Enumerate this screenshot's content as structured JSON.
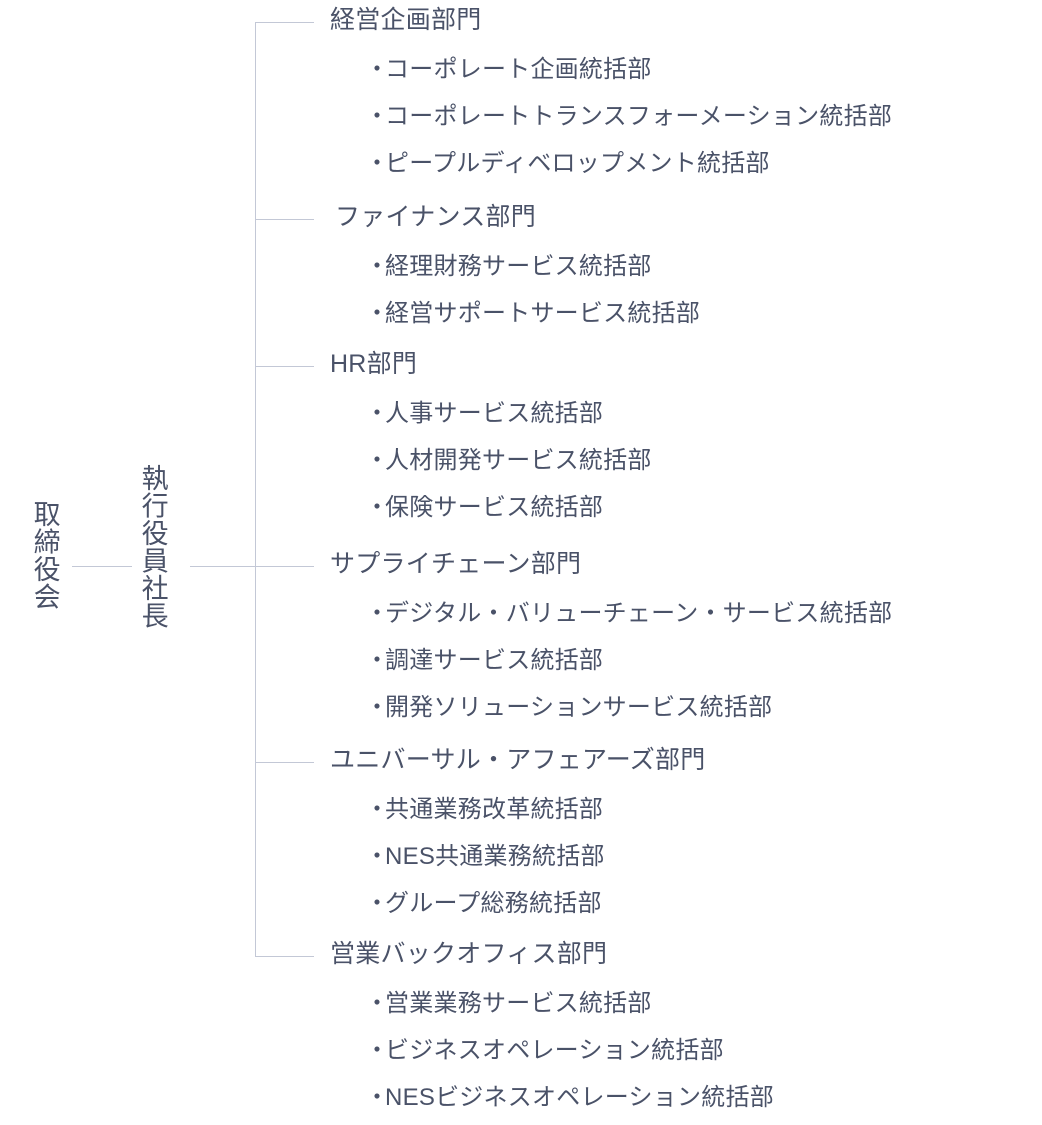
{
  "chart_title": "",
  "colors": {
    "text": "#4a5268",
    "line": "#c3c8d6",
    "background": "#ffffff"
  },
  "root": {
    "board_label": "取締役会",
    "president_label": "執行役員社長"
  },
  "bullet_glyph": "・",
  "divisions": [
    {
      "name": "経営企画部門",
      "units": [
        "コーポレート企画統括部",
        "コーポレートトランスフォーメーション統括部",
        "ピープルディベロップメント統括部"
      ]
    },
    {
      "name": "ファイナンス部門",
      "units": [
        "経理財務サービス統括部",
        "経営サポートサービス統括部"
      ]
    },
    {
      "name": "HR部門",
      "units": [
        "人事サービス統括部",
        "人材開発サービス統括部",
        "保険サービス統括部"
      ]
    },
    {
      "name": "サプライチェーン部門",
      "units": [
        "デジタル・バリューチェーン・サービス統括部",
        "調達サービス統括部",
        "開発ソリューションサービス統括部"
      ]
    },
    {
      "name": "ユニバーサル・アフェアーズ部門",
      "units": [
        "共通業務改革統括部",
        "NES共通業務統括部",
        "グループ総務統括部"
      ]
    },
    {
      "name": "営業バックオフィス部門",
      "units": [
        "営業業務サービス統括部",
        "ビジネスオペレーション統括部",
        "NESビジネスオペレーション統括部"
      ]
    }
  ]
}
